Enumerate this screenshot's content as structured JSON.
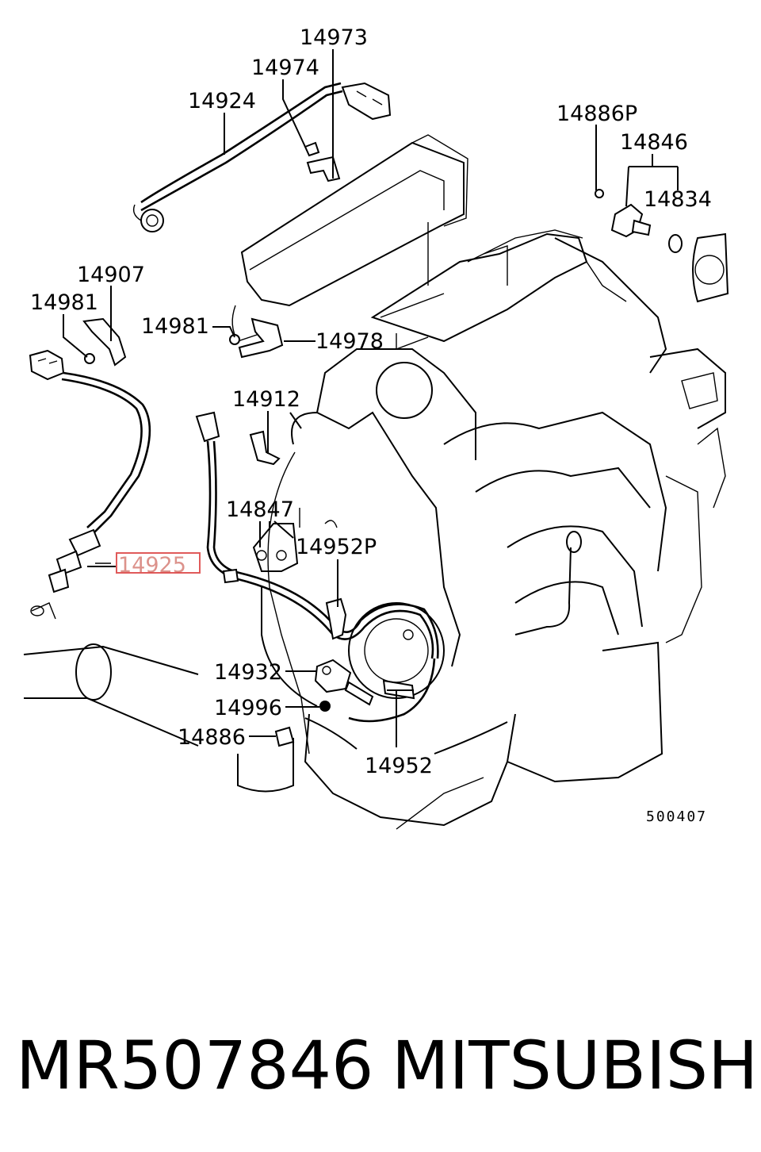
{
  "diagram": {
    "labels": {
      "l14973": "14973",
      "l14974": "14974",
      "l14924": "14924",
      "l14886P": "14886P",
      "l14846": "14846",
      "l14834": "14834",
      "l14907": "14907",
      "l14981a": "14981",
      "l14981b": "14981",
      "l14978": "14978",
      "l14912": "14912",
      "l14847": "14847",
      "l14952P": "14952P",
      "l14925": "14925",
      "l14932": "14932",
      "l14996": "14996",
      "l14886": "14886",
      "l14952": "14952"
    },
    "highlighted_part": "14925",
    "highlight_color": "#e05a5a",
    "drawing_number": "500407"
  },
  "caption": {
    "part_number": "MR507846",
    "brand": "MITSUBISHI"
  }
}
